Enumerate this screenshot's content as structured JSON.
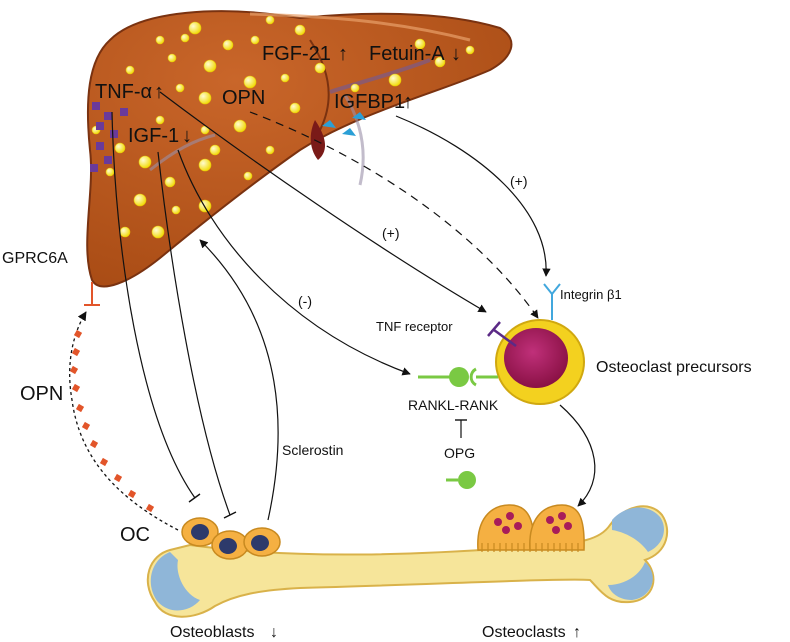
{
  "liver_labels": {
    "fgf21": "FGF-21",
    "fetuin_a": "Fetuin-A",
    "tnf_alpha": "TNF-α",
    "opn": "OPN",
    "igfbp1": "IGFBP1",
    "igf1": "IGF-1"
  },
  "receptor_labels": {
    "gprc6a": "GPRC6A",
    "tnf_receptor": "TNF receptor",
    "integrin_b1": "Integrin β1",
    "rankl_rank": "RANKL-RANK",
    "opg": "OPG"
  },
  "pathway_labels": {
    "opn_side": "OPN",
    "sclerostin": "Sclerostin",
    "plus_tnf": "(+)",
    "plus_igfbp1": "(+)",
    "minus_igf1": "(-)"
  },
  "cell_labels": {
    "oc": "OC",
    "osteoclast_precursors": "Osteoclast precursors",
    "osteoblasts": "Osteoblasts",
    "osteoclasts": "Osteoclasts"
  },
  "arrows": {
    "up": "↑",
    "down": "↓"
  },
  "colors": {
    "liver": "#b8561c",
    "liver_dark": "#8e3b10",
    "fat_droplet": "#f5e21a",
    "bone": "#f6e59a",
    "bone_edge": "#d9b24a",
    "cartilage": "#8fb6d8",
    "precursor_outer": "#f3d11f",
    "precursor_inner": "#a81c5a",
    "rankl_green": "#7ac943",
    "opn_red": "#e2552a",
    "integrin_blue": "#41a7dd",
    "tnf_purple": "#5b2a86",
    "osteoclast": "#f5b042",
    "osteoblast_nucleus": "#2d3a6b"
  }
}
